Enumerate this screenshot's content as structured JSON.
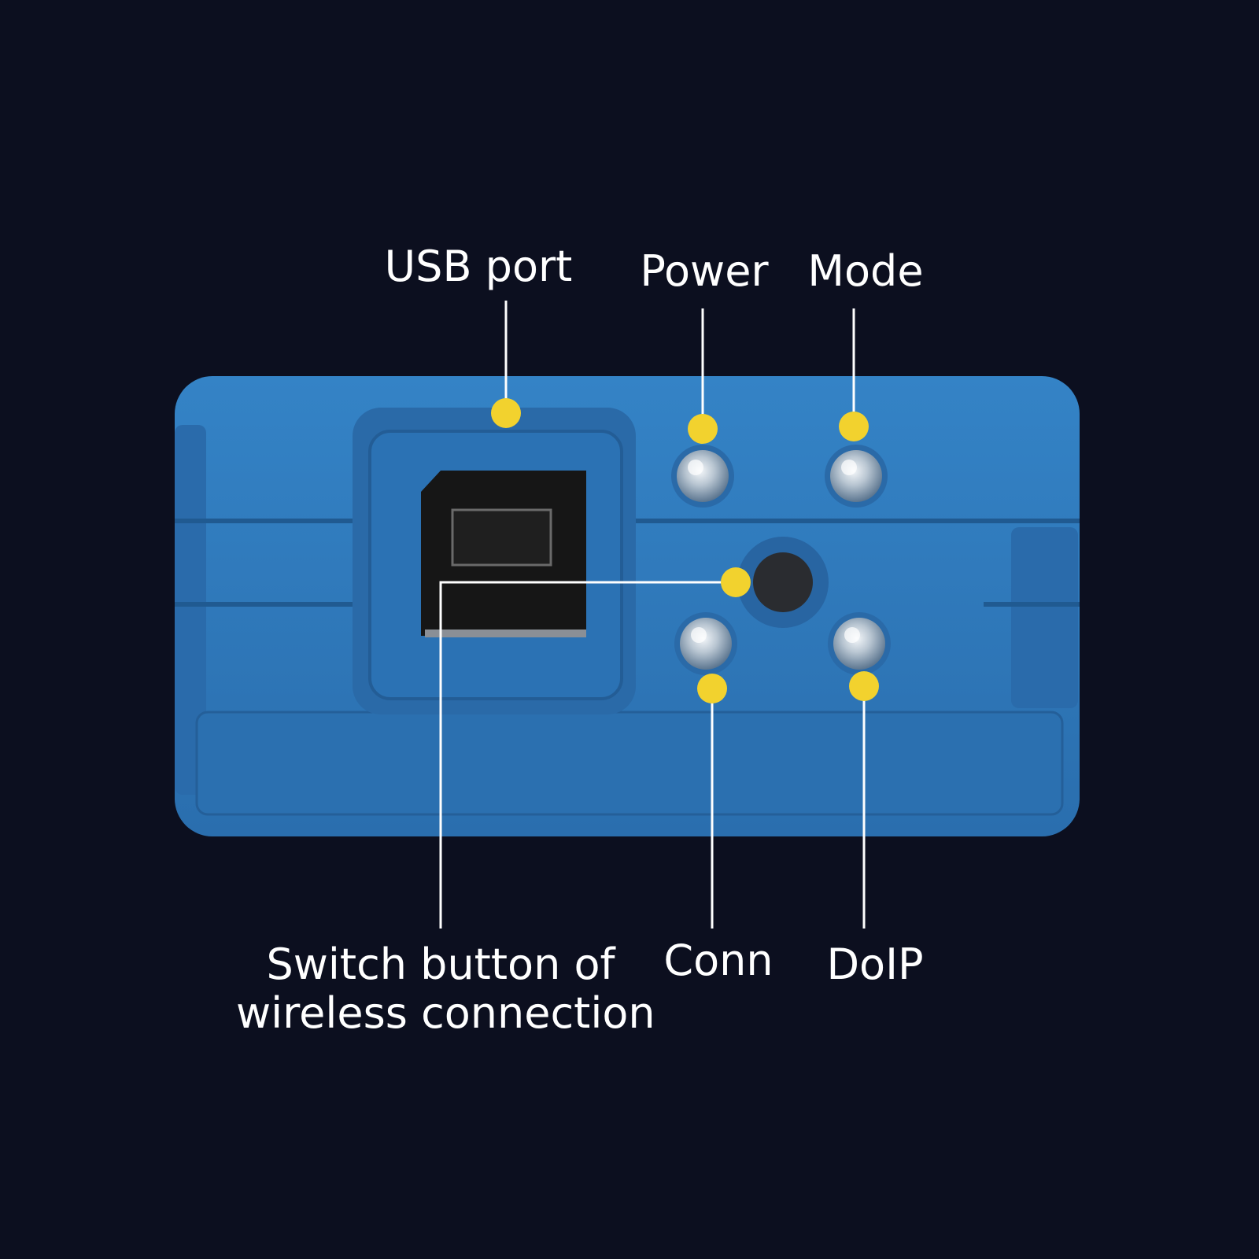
{
  "colors": {
    "background": "#0c0f1f",
    "device_body": "#2f78b8",
    "device_shade": "#245f99",
    "marker": "#f2d22e",
    "leader": "#ffffff",
    "usb_port": "#161616",
    "button": "#2a2c30"
  },
  "labels": {
    "usb_port": "USB port",
    "power": "Power",
    "mode": "Mode",
    "switch_line1": "Switch button of",
    "switch_line2": "wireless connection",
    "conn": "Conn",
    "doip": "DoIP"
  },
  "icons": [
    "usb-port-icon",
    "led-icon",
    "push-button-icon"
  ]
}
